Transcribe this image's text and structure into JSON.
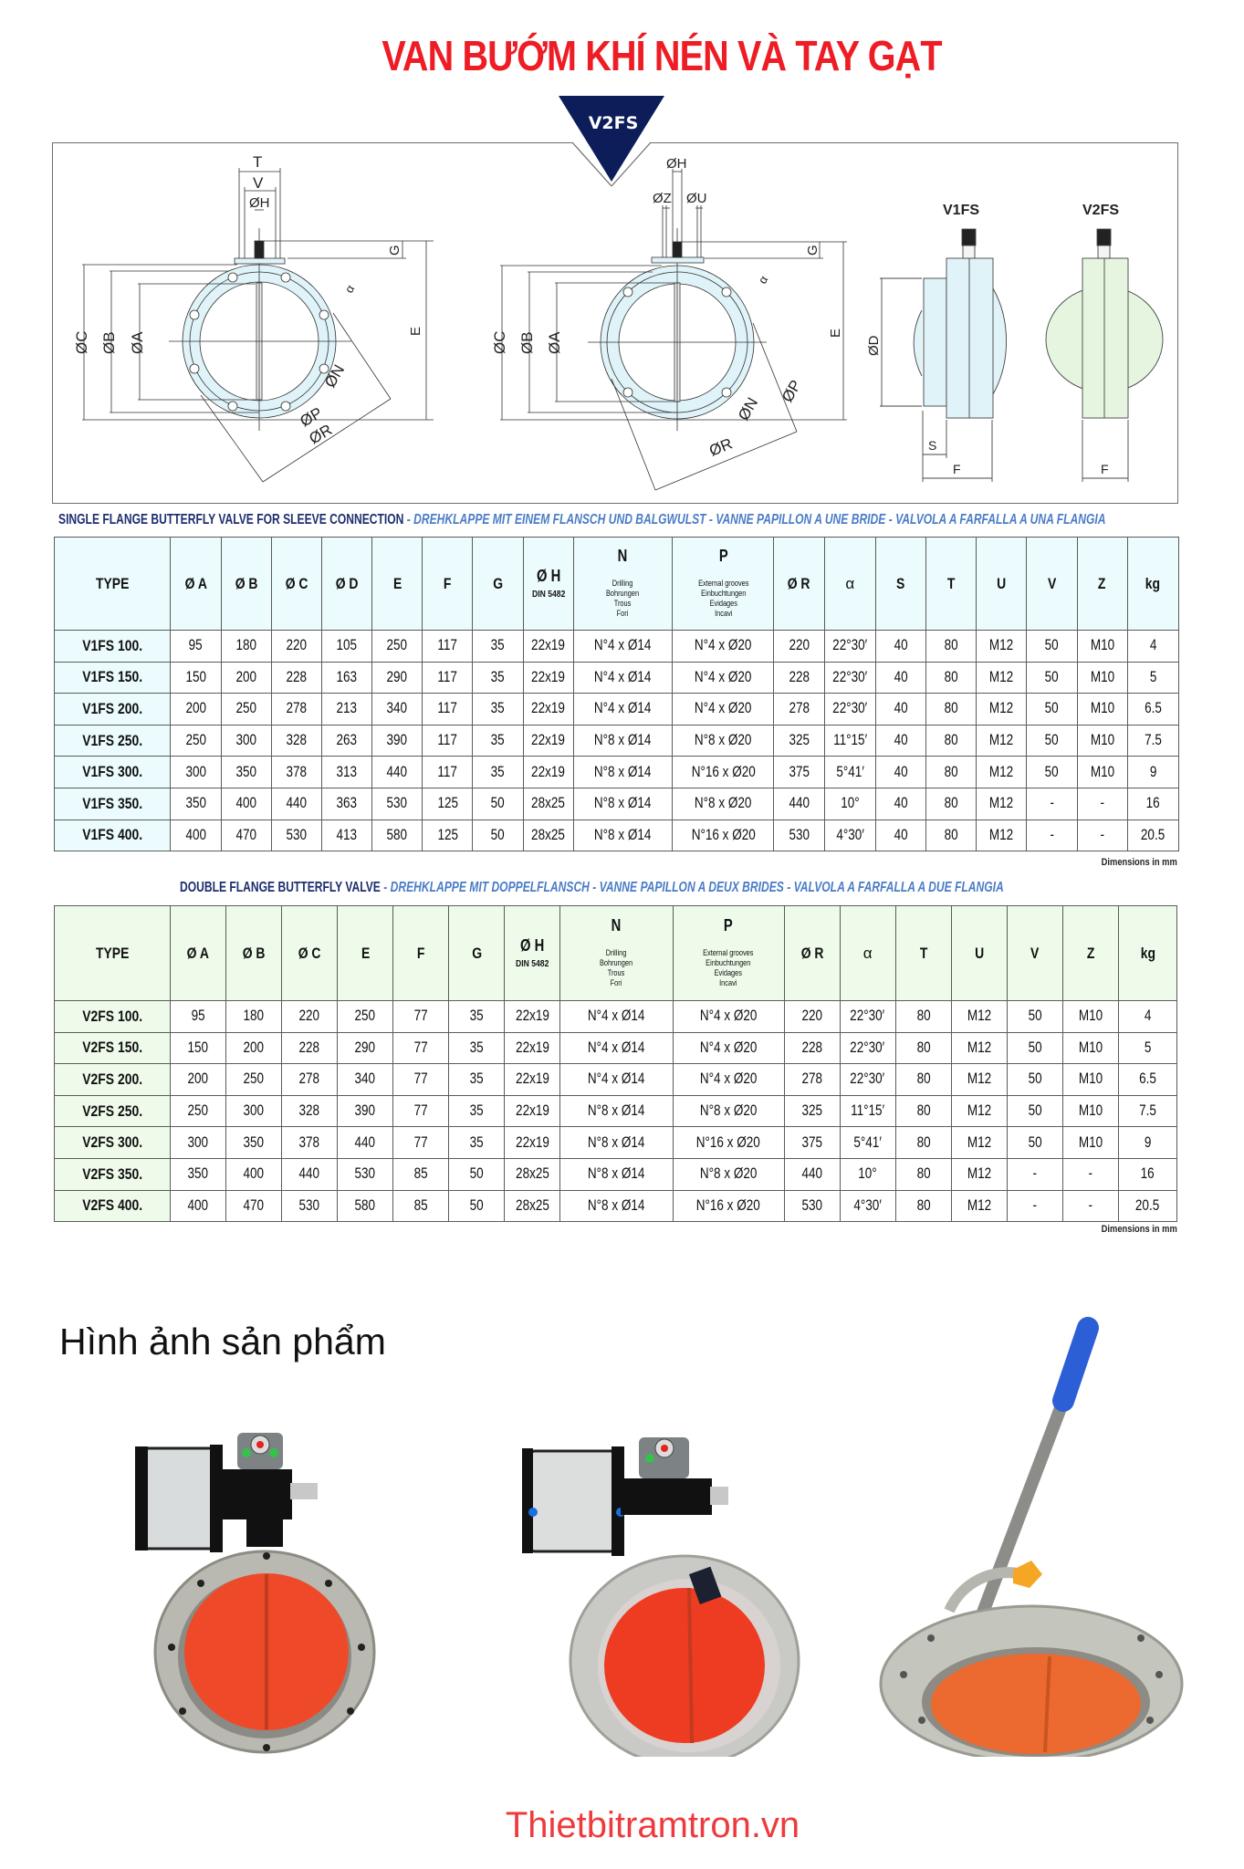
{
  "page": {
    "title": "VAN BƯỚM KHÍ NÉN VÀ TAY GẠT",
    "badge": "V2FS",
    "colors": {
      "title_red": "#ee1c24",
      "badge_navy": "#0c1d5a",
      "caption_navy": "#1d2e6e",
      "caption_blue": "#4a7cc6",
      "table1_header_bg": "#ecfbfd",
      "table2_header_bg": "#eefbea",
      "drawing_fill_blue": "#dff3f8",
      "drawing_fill_green": "#e6f5df",
      "footer_red": "#ee3a3d"
    }
  },
  "drawing": {
    "left_view_labels": [
      "T",
      "V",
      "ØH",
      "G",
      "E",
      "ØC",
      "ØB",
      "ØA",
      "α",
      "ØN",
      "ØP",
      "ØR"
    ],
    "center_view_labels": [
      "ØH",
      "ØZ",
      "ØU",
      "G",
      "E",
      "ØC",
      "ØB",
      "ØA",
      "α",
      "ØP",
      "ØN",
      "ØR"
    ],
    "side_views": [
      {
        "title": "V1FS",
        "labels": [
          "ØD",
          "S",
          "F"
        ]
      },
      {
        "title": "V2FS",
        "labels": [
          "F"
        ]
      }
    ]
  },
  "table1": {
    "caption_main": "SINGLE FLANGE BUTTERFLY VALVE FOR SLEEVE CONNECTION",
    "caption_alt": " - DREHKLAPPE MIT EINEM FLANSCH UND BALGWULST - VANNE PAPILLON A UNE BRIDE - VALVOLA A FARFALLA A UNA FLANGIA",
    "headers": {
      "type": "TYPE",
      "a": "Ø A",
      "b": "Ø B",
      "c": "Ø C",
      "d": "Ø D",
      "e": "E",
      "f": "F",
      "g": "G",
      "h": "Ø H",
      "h_sub": "DIN 5482",
      "n": "N",
      "n_sub1": "Drilling",
      "n_sub2": "Bohrungen",
      "n_sub3": "Trous",
      "n_sub4": "Fori",
      "p": "P",
      "p_sub1": "External grooves",
      "p_sub2": "Einbuchtungen",
      "p_sub3": "Evidages",
      "p_sub4": "Incavi",
      "r": "Ø R",
      "alpha": "α",
      "s": "S",
      "t": "T",
      "u": "U",
      "v": "V",
      "z": "Z",
      "kg": "kg"
    },
    "rows": [
      [
        "V1FS 100.",
        "95",
        "180",
        "220",
        "105",
        "250",
        "117",
        "35",
        "22x19",
        "N°4 x Ø14",
        "N°4 x Ø20",
        "220",
        "22°30′",
        "40",
        "80",
        "M12",
        "50",
        "M10",
        "4"
      ],
      [
        "V1FS 150.",
        "150",
        "200",
        "228",
        "163",
        "290",
        "117",
        "35",
        "22x19",
        "N°4 x Ø14",
        "N°4 x Ø20",
        "228",
        "22°30′",
        "40",
        "80",
        "M12",
        "50",
        "M10",
        "5"
      ],
      [
        "V1FS 200.",
        "200",
        "250",
        "278",
        "213",
        "340",
        "117",
        "35",
        "22x19",
        "N°4 x Ø14",
        "N°4 x Ø20",
        "278",
        "22°30′",
        "40",
        "80",
        "M12",
        "50",
        "M10",
        "6.5"
      ],
      [
        "V1FS 250.",
        "250",
        "300",
        "328",
        "263",
        "390",
        "117",
        "35",
        "22x19",
        "N°8 x Ø14",
        "N°8 x Ø20",
        "325",
        "11°15′",
        "40",
        "80",
        "M12",
        "50",
        "M10",
        "7.5"
      ],
      [
        "V1FS 300.",
        "300",
        "350",
        "378",
        "313",
        "440",
        "117",
        "35",
        "22x19",
        "N°8 x Ø14",
        "N°16 x Ø20",
        "375",
        "5°41′",
        "40",
        "80",
        "M12",
        "50",
        "M10",
        "9"
      ],
      [
        "V1FS 350.",
        "350",
        "400",
        "440",
        "363",
        "530",
        "125",
        "50",
        "28x25",
        "N°8 x Ø14",
        "N°8 x Ø20",
        "440",
        "10°",
        "40",
        "80",
        "M12",
        "-",
        "-",
        "16"
      ],
      [
        "V1FS 400.",
        "400",
        "470",
        "530",
        "413",
        "580",
        "125",
        "50",
        "28x25",
        "N°8 x Ø14",
        "N°16 x Ø20",
        "530",
        "4°30′",
        "40",
        "80",
        "M12",
        "-",
        "-",
        "20.5"
      ]
    ],
    "note": "Dimensions in mm"
  },
  "table2": {
    "caption_main": "DOUBLE FLANGE BUTTERFLY VALVE",
    "caption_alt": " - DREHKLAPPE MIT DOPPELFLANSCH - VANNE PAPILLON A DEUX BRIDES - VALVOLA A FARFALLA A DUE FLANGIA",
    "headers": {
      "type": "TYPE",
      "a": "Ø A",
      "b": "Ø B",
      "c": "Ø C",
      "e": "E",
      "f": "F",
      "g": "G",
      "h": "Ø H",
      "h_sub": "DIN 5482",
      "n": "N",
      "n_sub1": "Drilling",
      "n_sub2": "Bohrungen",
      "n_sub3": "Trous",
      "n_sub4": "Fori",
      "p": "P",
      "p_sub1": "External grooves",
      "p_sub2": "Einbuchtungen",
      "p_sub3": "Evidages",
      "p_sub4": "Incavi",
      "r": "Ø R",
      "alpha": "α",
      "t": "T",
      "u": "U",
      "v": "V",
      "z": "Z",
      "kg": "kg"
    },
    "rows": [
      [
        "V2FS 100.",
        "95",
        "180",
        "220",
        "250",
        "77",
        "35",
        "22x19",
        "N°4 x Ø14",
        "N°4 x Ø20",
        "220",
        "22°30′",
        "80",
        "M12",
        "50",
        "M10",
        "4"
      ],
      [
        "V2FS 150.",
        "150",
        "200",
        "228",
        "290",
        "77",
        "35",
        "22x19",
        "N°4 x Ø14",
        "N°4 x Ø20",
        "228",
        "22°30′",
        "80",
        "M12",
        "50",
        "M10",
        "5"
      ],
      [
        "V2FS 200.",
        "200",
        "250",
        "278",
        "340",
        "77",
        "35",
        "22x19",
        "N°4 x Ø14",
        "N°4 x Ø20",
        "278",
        "22°30′",
        "80",
        "M12",
        "50",
        "M10",
        "6.5"
      ],
      [
        "V2FS 250.",
        "250",
        "300",
        "328",
        "390",
        "77",
        "35",
        "22x19",
        "N°8 x Ø14",
        "N°8 x Ø20",
        "325",
        "11°15′",
        "80",
        "M12",
        "50",
        "M10",
        "7.5"
      ],
      [
        "V2FS 300.",
        "300",
        "350",
        "378",
        "440",
        "77",
        "35",
        "22x19",
        "N°8 x Ø14",
        "N°16 x Ø20",
        "375",
        "5°41′",
        "80",
        "M12",
        "50",
        "M10",
        "9"
      ],
      [
        "V2FS 350.",
        "350",
        "400",
        "440",
        "530",
        "85",
        "50",
        "28x25",
        "N°8 x Ø14",
        "N°8 x Ø20",
        "440",
        "10°",
        "80",
        "M12",
        "-",
        "-",
        "16"
      ],
      [
        "V2FS 400.",
        "400",
        "470",
        "530",
        "580",
        "85",
        "50",
        "28x25",
        "N°8 x Ø14",
        "N°16 x Ø20",
        "530",
        "4°30′",
        "80",
        "M12",
        "-",
        "-",
        "20.5"
      ]
    ],
    "note": "Dimensions in mm"
  },
  "photos": {
    "heading": "Hình ảnh sản phẩm",
    "items": [
      {
        "label": "pneumatic-butterfly-valve-front"
      },
      {
        "label": "pneumatic-butterfly-valve-angled"
      },
      {
        "label": "butterfly-valve-hand-lever"
      }
    ]
  },
  "footer": {
    "site": "Thietbitramtron.vn"
  }
}
